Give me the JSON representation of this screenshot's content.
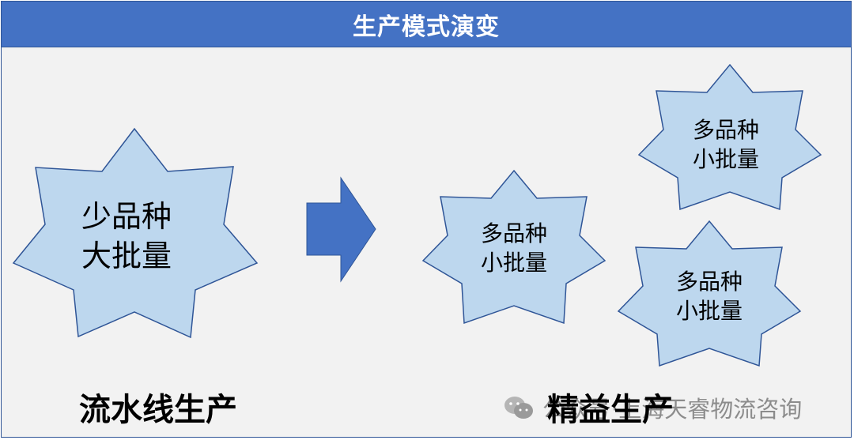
{
  "title": "生产模式演变",
  "left": {
    "star_line1": "少品种",
    "star_line2": "大批量",
    "caption": "流水线生产"
  },
  "right": {
    "stars": [
      {
        "line1": "多品种",
        "line2": "小批量"
      },
      {
        "line1": "多品种",
        "line2": "小批量"
      },
      {
        "line1": "多品种",
        "line2": "小批量"
      }
    ],
    "caption": "精益生产"
  },
  "watermark": {
    "text": "公众号·上海天睿物流咨询"
  },
  "colors": {
    "header": "#4472c4",
    "star_fill": "#bdd7ee",
    "star_stroke": "#2f5597",
    "arrow": "#4472c4",
    "background": "#f2f2f2"
  }
}
